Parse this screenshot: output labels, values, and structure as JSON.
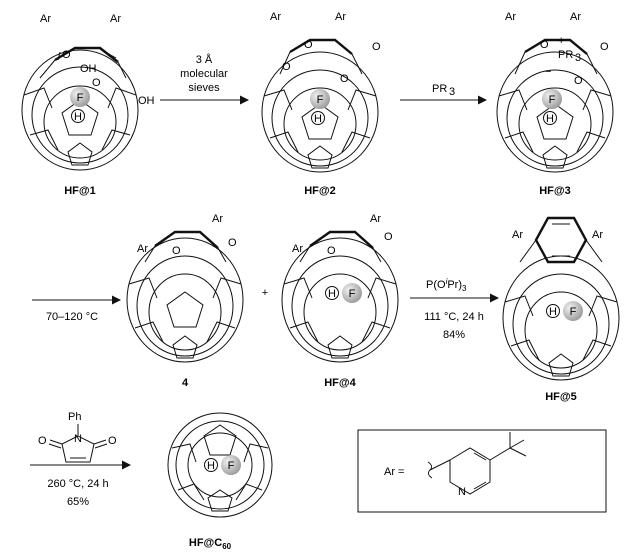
{
  "compounds": {
    "c1": {
      "label": "HF@1",
      "ar_left": "Ar",
      "ar_right": "Ar",
      "oh_top": "OH",
      "oh_side": "OH",
      "o_ring": "O",
      "o_keto": "O"
    },
    "c2": {
      "label": "HF@2",
      "ar_left": "Ar",
      "ar_right": "Ar",
      "o1": "O",
      "o2": "O",
      "o3": "O",
      "o4": "O"
    },
    "c3": {
      "label": "HF@3",
      "ar_left": "Ar",
      "ar_right": "Ar",
      "plus": "+",
      "pr3": "PR",
      "pr3_sub": "3",
      "minus": "−",
      "o1": "O",
      "o2": "O",
      "o3": "O"
    },
    "c4": {
      "label": "4",
      "ar_left": "Ar",
      "ar_right": "Ar",
      "o1": "O",
      "o2": "O"
    },
    "c4b": {
      "label": "HF@4",
      "ar_left": "Ar",
      "ar_right": "Ar",
      "o1": "O",
      "o2": "O"
    },
    "c5": {
      "label": "HF@5",
      "ar_left": "Ar",
      "ar_right": "Ar"
    },
    "c60": {
      "label_main": "HF@C",
      "label_sub": "60"
    }
  },
  "guest": {
    "f": "F",
    "h": "H"
  },
  "arrows": {
    "a1": {
      "l1": "3 Å",
      "l2": "molecular",
      "l3": "sieves"
    },
    "a2": {
      "top": "PR",
      "top_sub": "3"
    },
    "a3": {
      "below": "70–120 °C"
    },
    "a4": {
      "top_pre": "P(O",
      "top_sup": "i",
      "top_post": "Pr)",
      "top_sub": "3",
      "l2": "111 °C, 24 h",
      "l3": "84%"
    },
    "a5": {
      "ph": "Ph",
      "n": "N",
      "o_left": "O",
      "o_right": "O",
      "l2": "260 °C, 24 h",
      "l3": "65%"
    }
  },
  "plus": "+",
  "ar_def": {
    "label": "Ar =",
    "n": "N"
  }
}
